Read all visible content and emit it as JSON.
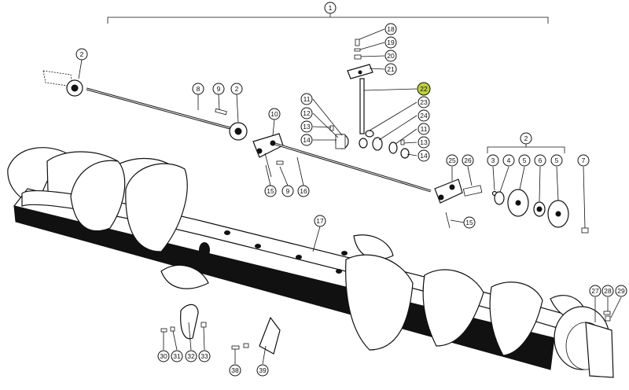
{
  "diagram": {
    "highlight_color": "#bfd234",
    "labels": [
      {
        "id": "assembly",
        "text": "1",
        "highlight": false
      },
      {
        "id": "bearing-left",
        "text": "2",
        "highlight": false
      },
      {
        "id": "shaft-long-left",
        "text": "8",
        "highlight": false
      },
      {
        "id": "key-left",
        "text": "9",
        "highlight": false
      },
      {
        "id": "bearing-mid",
        "text": "2",
        "highlight": false
      },
      {
        "id": "crank-arm-left",
        "text": "10",
        "highlight": false
      },
      {
        "id": "bolt-left",
        "text": "15",
        "highlight": false
      },
      {
        "id": "key-mid",
        "text": "9",
        "highlight": false
      },
      {
        "id": "shaft-long-right",
        "text": "16",
        "highlight": false
      },
      {
        "id": "washer-a",
        "text": "11",
        "highlight": false
      },
      {
        "id": "bushing-a",
        "text": "12",
        "highlight": false
      },
      {
        "id": "pin-a",
        "text": "13",
        "highlight": false
      },
      {
        "id": "ring-a",
        "text": "14",
        "highlight": false
      },
      {
        "id": "bolt-top",
        "text": "18",
        "highlight": false
      },
      {
        "id": "washer-top",
        "text": "19",
        "highlight": false
      },
      {
        "id": "nut-top",
        "text": "20",
        "highlight": false
      },
      {
        "id": "plate-top",
        "text": "21",
        "highlight": false
      },
      {
        "id": "rod-vertical",
        "text": "22",
        "highlight": true
      },
      {
        "id": "nut-rod",
        "text": "23",
        "highlight": false
      },
      {
        "id": "sleeve-rod",
        "text": "24",
        "highlight": false
      },
      {
        "id": "washer-b",
        "text": "11",
        "highlight": false
      },
      {
        "id": "pin-b",
        "text": "13",
        "highlight": false
      },
      {
        "id": "ring-b",
        "text": "14",
        "highlight": false
      },
      {
        "id": "crank-arm-right",
        "text": "25",
        "highlight": false
      },
      {
        "id": "sleeve-right",
        "text": "26",
        "highlight": false
      },
      {
        "id": "bolt-right",
        "text": "15",
        "highlight": false
      },
      {
        "id": "bearing-group",
        "text": "2",
        "highlight": false
      },
      {
        "id": "circlip",
        "text": "3",
        "highlight": false
      },
      {
        "id": "bearing-insert",
        "text": "4",
        "highlight": false
      },
      {
        "id": "flange-a",
        "text": "5",
        "highlight": false
      },
      {
        "id": "bearing-6",
        "text": "6",
        "highlight": false
      },
      {
        "id": "flange-b",
        "text": "5",
        "highlight": false
      },
      {
        "id": "bolt-7",
        "text": "7",
        "highlight": false
      },
      {
        "id": "auger-tube",
        "text": "17",
        "highlight": false
      },
      {
        "id": "end-plate",
        "text": "27",
        "highlight": false
      },
      {
        "id": "bolt-28",
        "text": "28",
        "highlight": false
      },
      {
        "id": "nut-29",
        "text": "29",
        "highlight": false
      },
      {
        "id": "bolt-30",
        "text": "30",
        "highlight": false
      },
      {
        "id": "washer-31",
        "text": "31",
        "highlight": false
      },
      {
        "id": "cover-disc",
        "text": "32",
        "highlight": false
      },
      {
        "id": "nut-33",
        "text": "33",
        "highlight": false
      },
      {
        "id": "bolt-38",
        "text": "38",
        "highlight": false
      },
      {
        "id": "bracket-39",
        "text": "39",
        "highlight": false
      }
    ]
  }
}
